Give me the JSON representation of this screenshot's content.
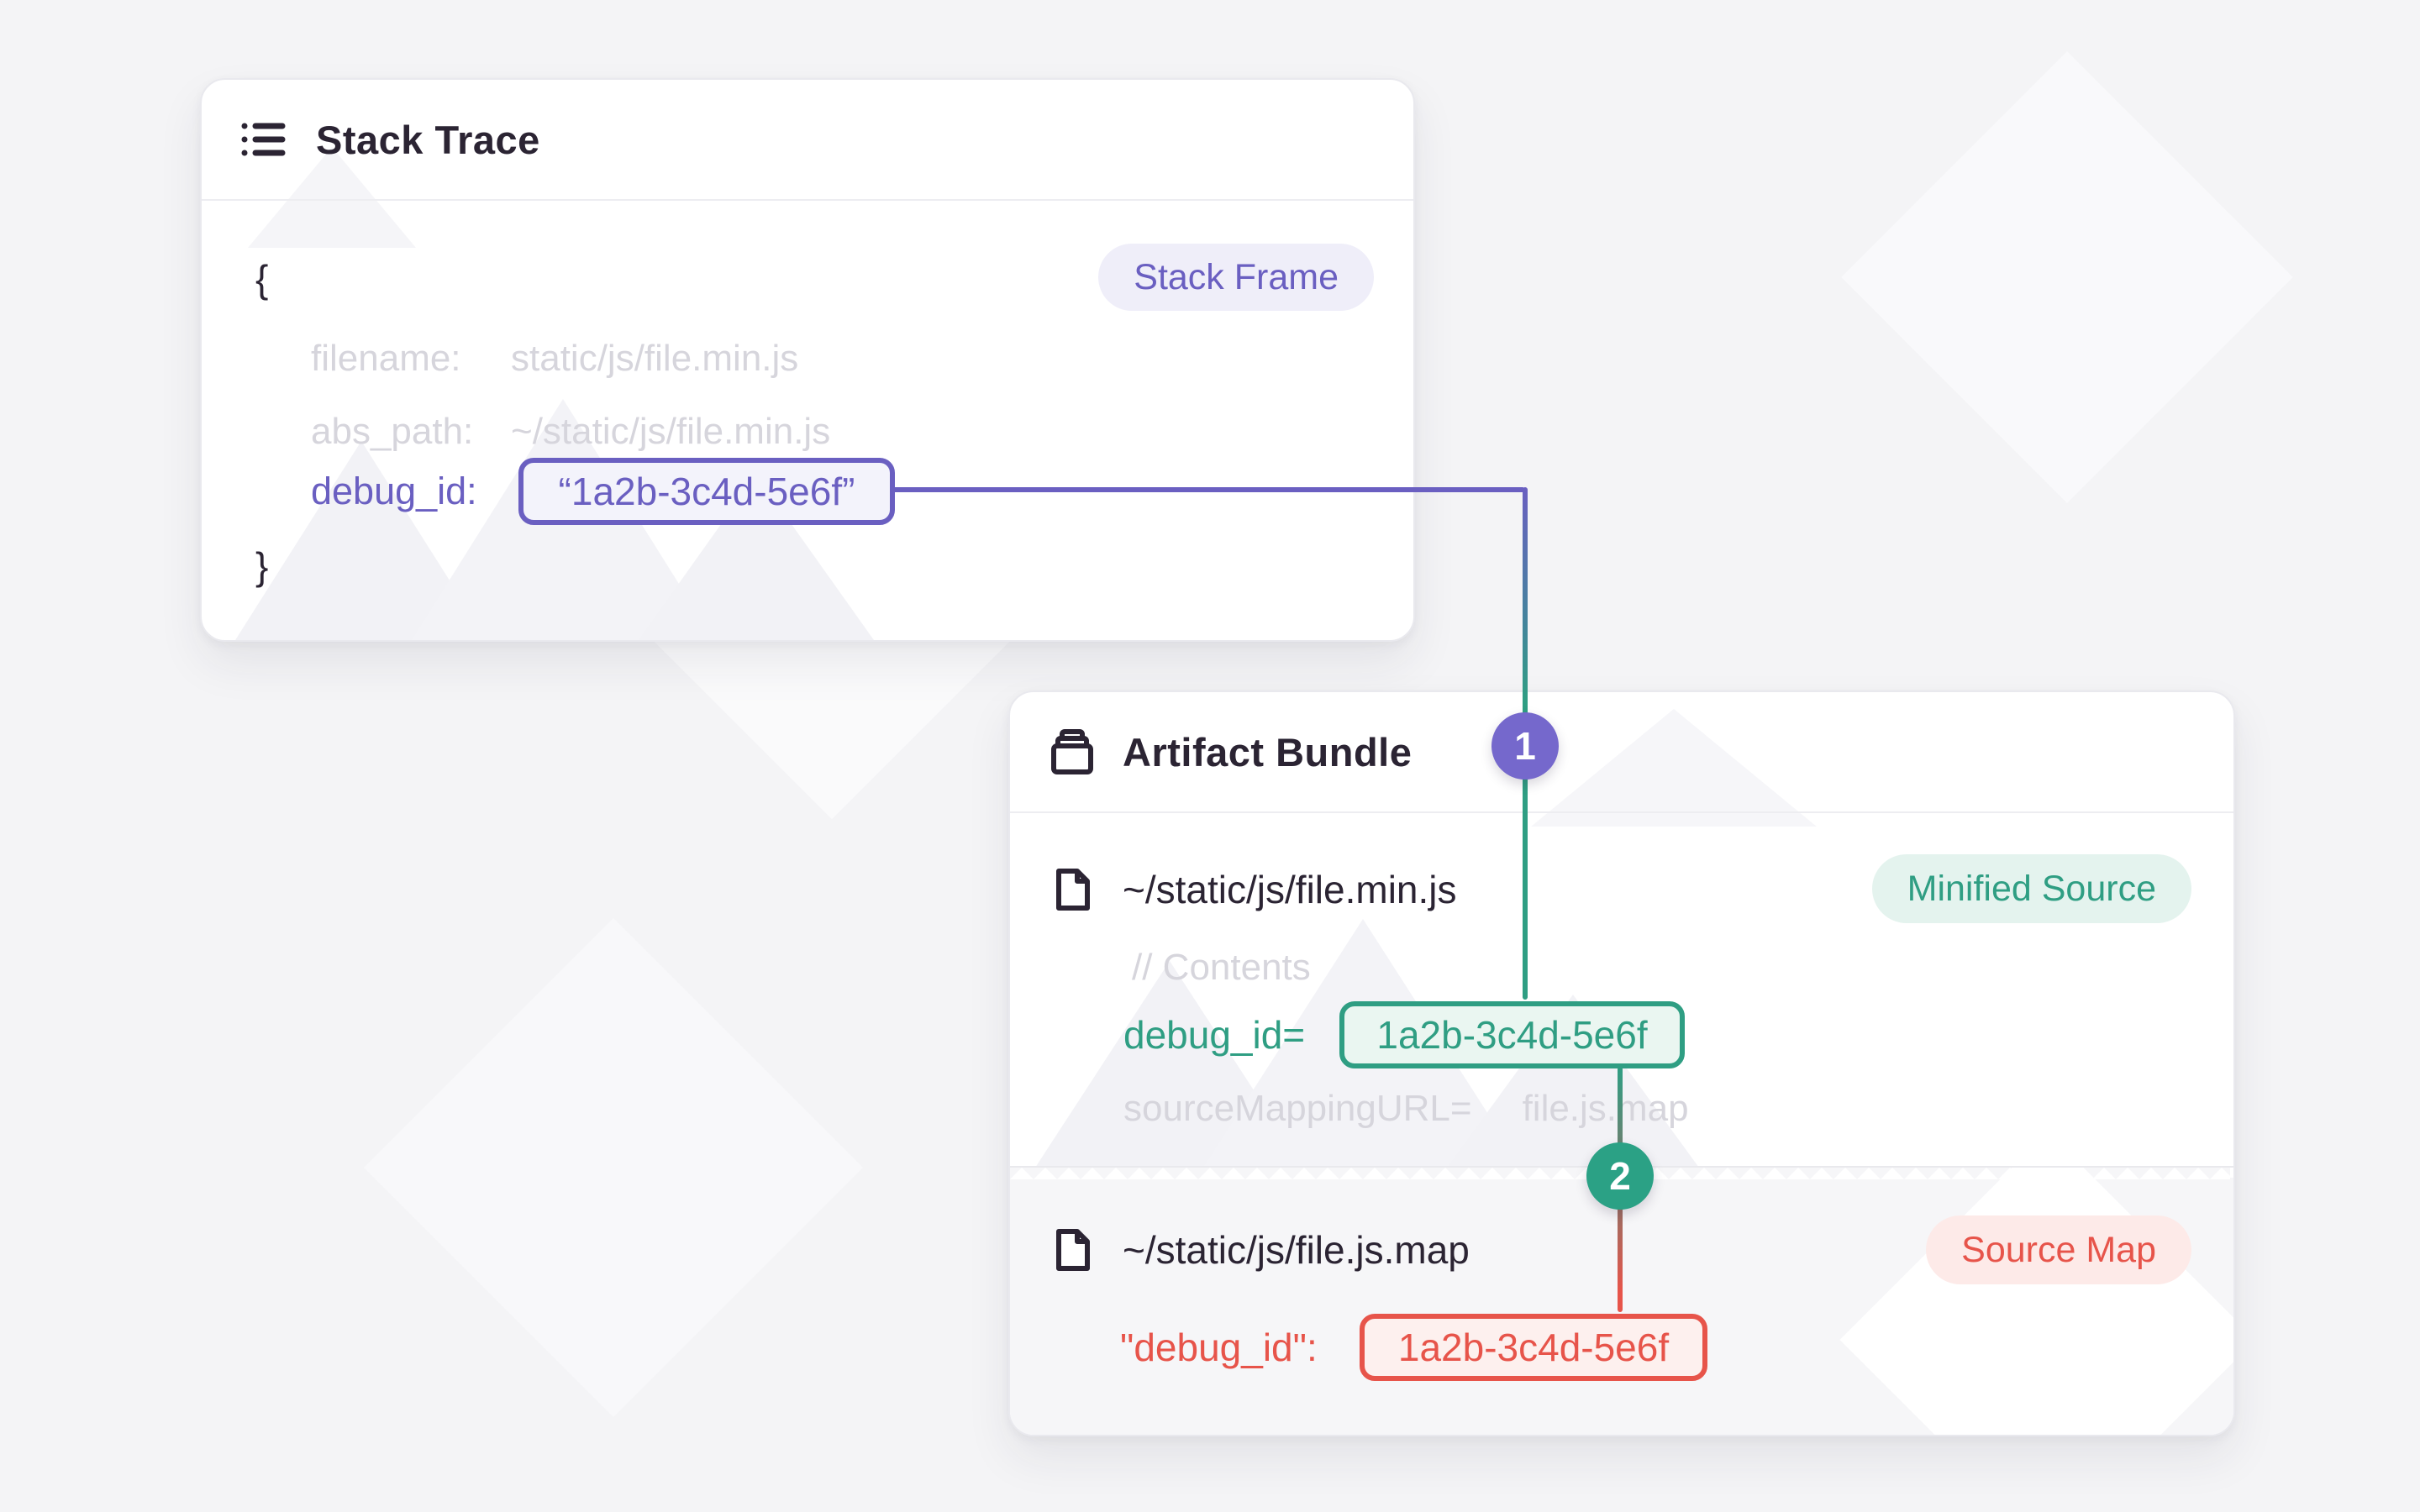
{
  "colors": {
    "page_bg": "#f4f4f6",
    "ink": "#2b2433",
    "muted_code": "#d6d5dc",
    "purple": "#6a5fc1",
    "purple_badge_bg": "#efeef9",
    "teal": "#2f9e83",
    "teal_badge_bg": "#e4f3ee",
    "red": "#e7544a",
    "red_badge_bg": "#fdeae8",
    "circle1_bg": "#7568cc",
    "circle2_bg": "#2ba185"
  },
  "stack_trace": {
    "icon": "list-icon",
    "title": "Stack Trace",
    "badge": "Stack Frame",
    "brace_open": "{",
    "brace_close": "}",
    "filename": {
      "label": "filename:",
      "value": "static/js/file.min.js"
    },
    "abs_path": {
      "label": "abs_path:",
      "value": "~/static/js/file.min.js"
    },
    "debug_id": {
      "label": "debug_id:",
      "value": "“1a2b-3c4d-5e6f”"
    }
  },
  "artifact_bundle": {
    "icon": "archive-stack-icon",
    "title": "Artifact Bundle",
    "minified_source": {
      "file_icon": "file-icon",
      "file": "~/static/js/file.min.js",
      "badge": "Minified Source",
      "comment": "// Contents",
      "debug_id": {
        "label": "debug_id=",
        "value": "1a2b-3c4d-5e6f"
      },
      "source_mapping": {
        "label": "sourceMappingURL=",
        "value": "file.js.map"
      }
    },
    "source_map": {
      "file_icon": "file-icon",
      "file": "~/static/js/file.js.map",
      "badge": "Source Map",
      "debug_id": {
        "label": "\"debug_id\":",
        "value": "1a2b-3c4d-5e6f"
      }
    }
  },
  "connectors": {
    "step_1": "1",
    "step_2": "2"
  }
}
